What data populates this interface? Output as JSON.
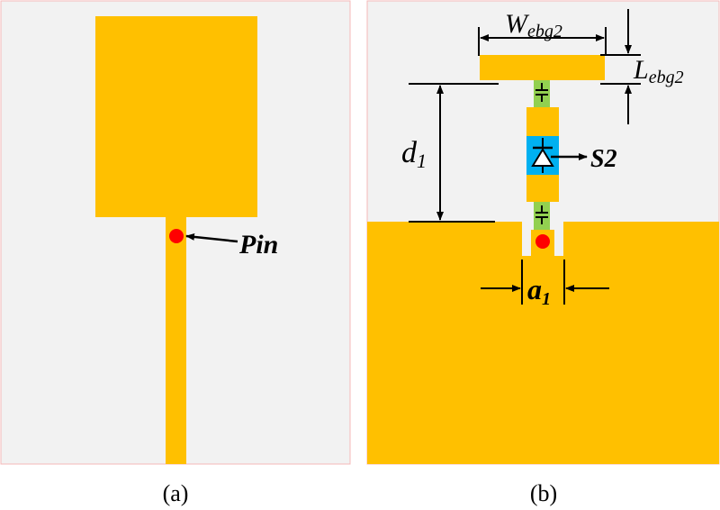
{
  "panel_a": {
    "caption": "(a)",
    "pin_label": "Pin"
  },
  "panel_b": {
    "caption": "(b)",
    "w_label": {
      "base": "W",
      "sub": "ebg2"
    },
    "l_label": {
      "base": "L",
      "sub": "ebg2"
    },
    "d_label": {
      "base": "d",
      "sub": "1"
    },
    "a_label": {
      "base": "a",
      "sub": "1"
    },
    "switch_label": "S2"
  },
  "colors": {
    "copper": "#FFC000",
    "background": "#F2F2F2",
    "border": "#F4B8B8",
    "feed_point": "#FF0000",
    "via": "#92D050",
    "diode_pad": "#00B0F0"
  }
}
